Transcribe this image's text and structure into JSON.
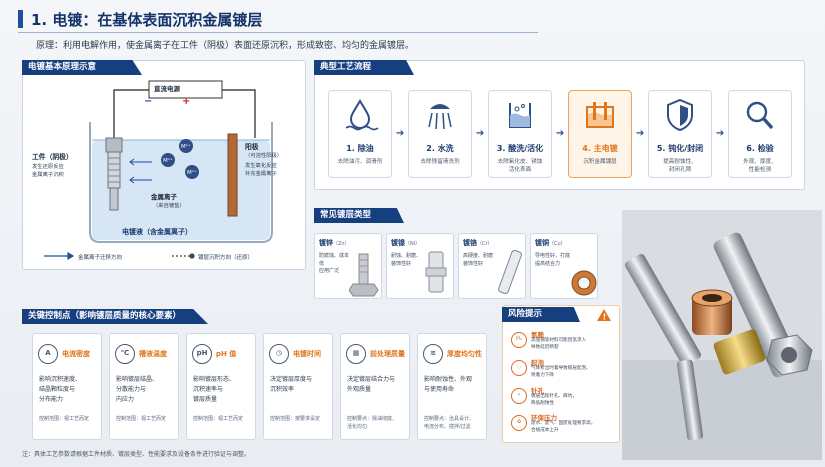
{
  "header": {
    "title": "1. 电镀：在基体表面沉积金属镀层",
    "intro": "原理：利用电解作用，使金属离子在工件（阴极）表面还原沉积，形成致密、均匀的金属镀层。"
  },
  "principle": {
    "title": "电镀基本原理示意",
    "power": "直流电源",
    "minus": "−",
    "plus": "+",
    "cathode_title": "工件（阴极）",
    "cathode_desc": "发生还原反应\n金属离子沉积",
    "anode_title": "阳极",
    "anode_sub": "（可溶性阳极）",
    "anode_desc": "发生氧化反应\n补充金属离子",
    "ion": "Mⁿ⁺",
    "ion_label": "金属离子",
    "ion_sub": "（来自镀盐）",
    "bath": "电镀液（含金属离子）",
    "legend_ion": "金属离子迁移方向",
    "legend_layer": "镀层沉积方向（还原）"
  },
  "process": {
    "title": "典型工艺流程",
    "steps": [
      {
        "name": "1. 除油",
        "desc": "去除油污、润滑剂",
        "icon": "drop-icon"
      },
      {
        "name": "2. 水洗",
        "desc": "去除残留清洗剂",
        "icon": "shower-icon"
      },
      {
        "name": "3. 酸洗/活化",
        "desc": "去除氧化皮、锈蚀\n活化表面",
        "icon": "beaker-icon"
      },
      {
        "name": "4. 主电镀",
        "desc": "沉积金属镀层",
        "icon": "tank-icon"
      },
      {
        "name": "5. 钝化/封闭",
        "desc": "提高耐蚀性、\n封闭孔隙",
        "icon": "shield-icon"
      },
      {
        "name": "6. 检验",
        "desc": "外观、厚度、\n性能检测",
        "icon": "magnifier-icon"
      }
    ],
    "highlight_color": "#e0751b"
  },
  "coatings": {
    "title": "常见镀层类型",
    "items": [
      {
        "name": "镀锌",
        "sym": "（Zn）",
        "desc": "防腐蚀、成本低\n应用广泛"
      },
      {
        "name": "镀镍",
        "sym": "（Ni）",
        "desc": "耐蚀、耐磨、\n装饰性好"
      },
      {
        "name": "镀铬",
        "sym": "（Cr）",
        "desc": "高硬度、耐磨\n装饰性好"
      },
      {
        "name": "镀铜",
        "sym": "（Cu）",
        "desc": "导电性好，打底\n提高结合力"
      }
    ]
  },
  "controls": {
    "title": "关键控制点（影响镀层质量的核心要素）",
    "items": [
      {
        "name": "电流密度",
        "icon_glyph": "A",
        "desc": "影响沉积速度、\n结晶颗粒度与\n分布能力",
        "range": "控制范围：视工艺而定"
      },
      {
        "name": "槽液温度",
        "icon_glyph": "℃",
        "desc": "影响镀层结晶、\n分散能力与\n内应力",
        "range": "控制范围：视工艺而定"
      },
      {
        "name": "pH 值",
        "icon_glyph": "pH",
        "desc": "影响镀层形态、\n沉积速率与\n镀层质量",
        "range": "控制范围：视工艺而定"
      },
      {
        "name": "电镀时间",
        "icon_glyph": "◷",
        "desc": "决定镀层厚度与\n沉积效率",
        "range": "控制范围：按要求设定"
      },
      {
        "name": "前处理质量",
        "icon_glyph": "▦",
        "desc": "决定镀层结合力与\n外观质量",
        "range": "控制要点：除油彻底、\n活化均匀"
      },
      {
        "name": "厚度均匀性",
        "icon_glyph": "≋",
        "desc": "影响耐蚀性、外观\n与使用寿命",
        "range": "控制要点：治具设计、\n电流分布、搅拌/过滤"
      }
    ]
  },
  "risk": {
    "title": "风险提示",
    "items": [
      {
        "name": "氢脆",
        "glyph": "H₂",
        "desc": "高强钢等材料可能因氢渗入\n导致延迟断裂"
      },
      {
        "name": "起泡",
        "glyph": "◌",
        "desc": "气体析出时着导致镀层起泡、\n附着力下降"
      },
      {
        "name": "针孔",
        "glyph": "•",
        "desc": "镀层出现针孔、麻坑，\n降低耐蚀性"
      },
      {
        "name": "环保压力",
        "glyph": "♻",
        "desc": "废水、废气、固废处理要求高，\n合规成本上升"
      }
    ]
  },
  "footer": "注：具体工艺参数请根据工件材质、镀层类型、性能要求及设备条件进行验证与调整。"
}
